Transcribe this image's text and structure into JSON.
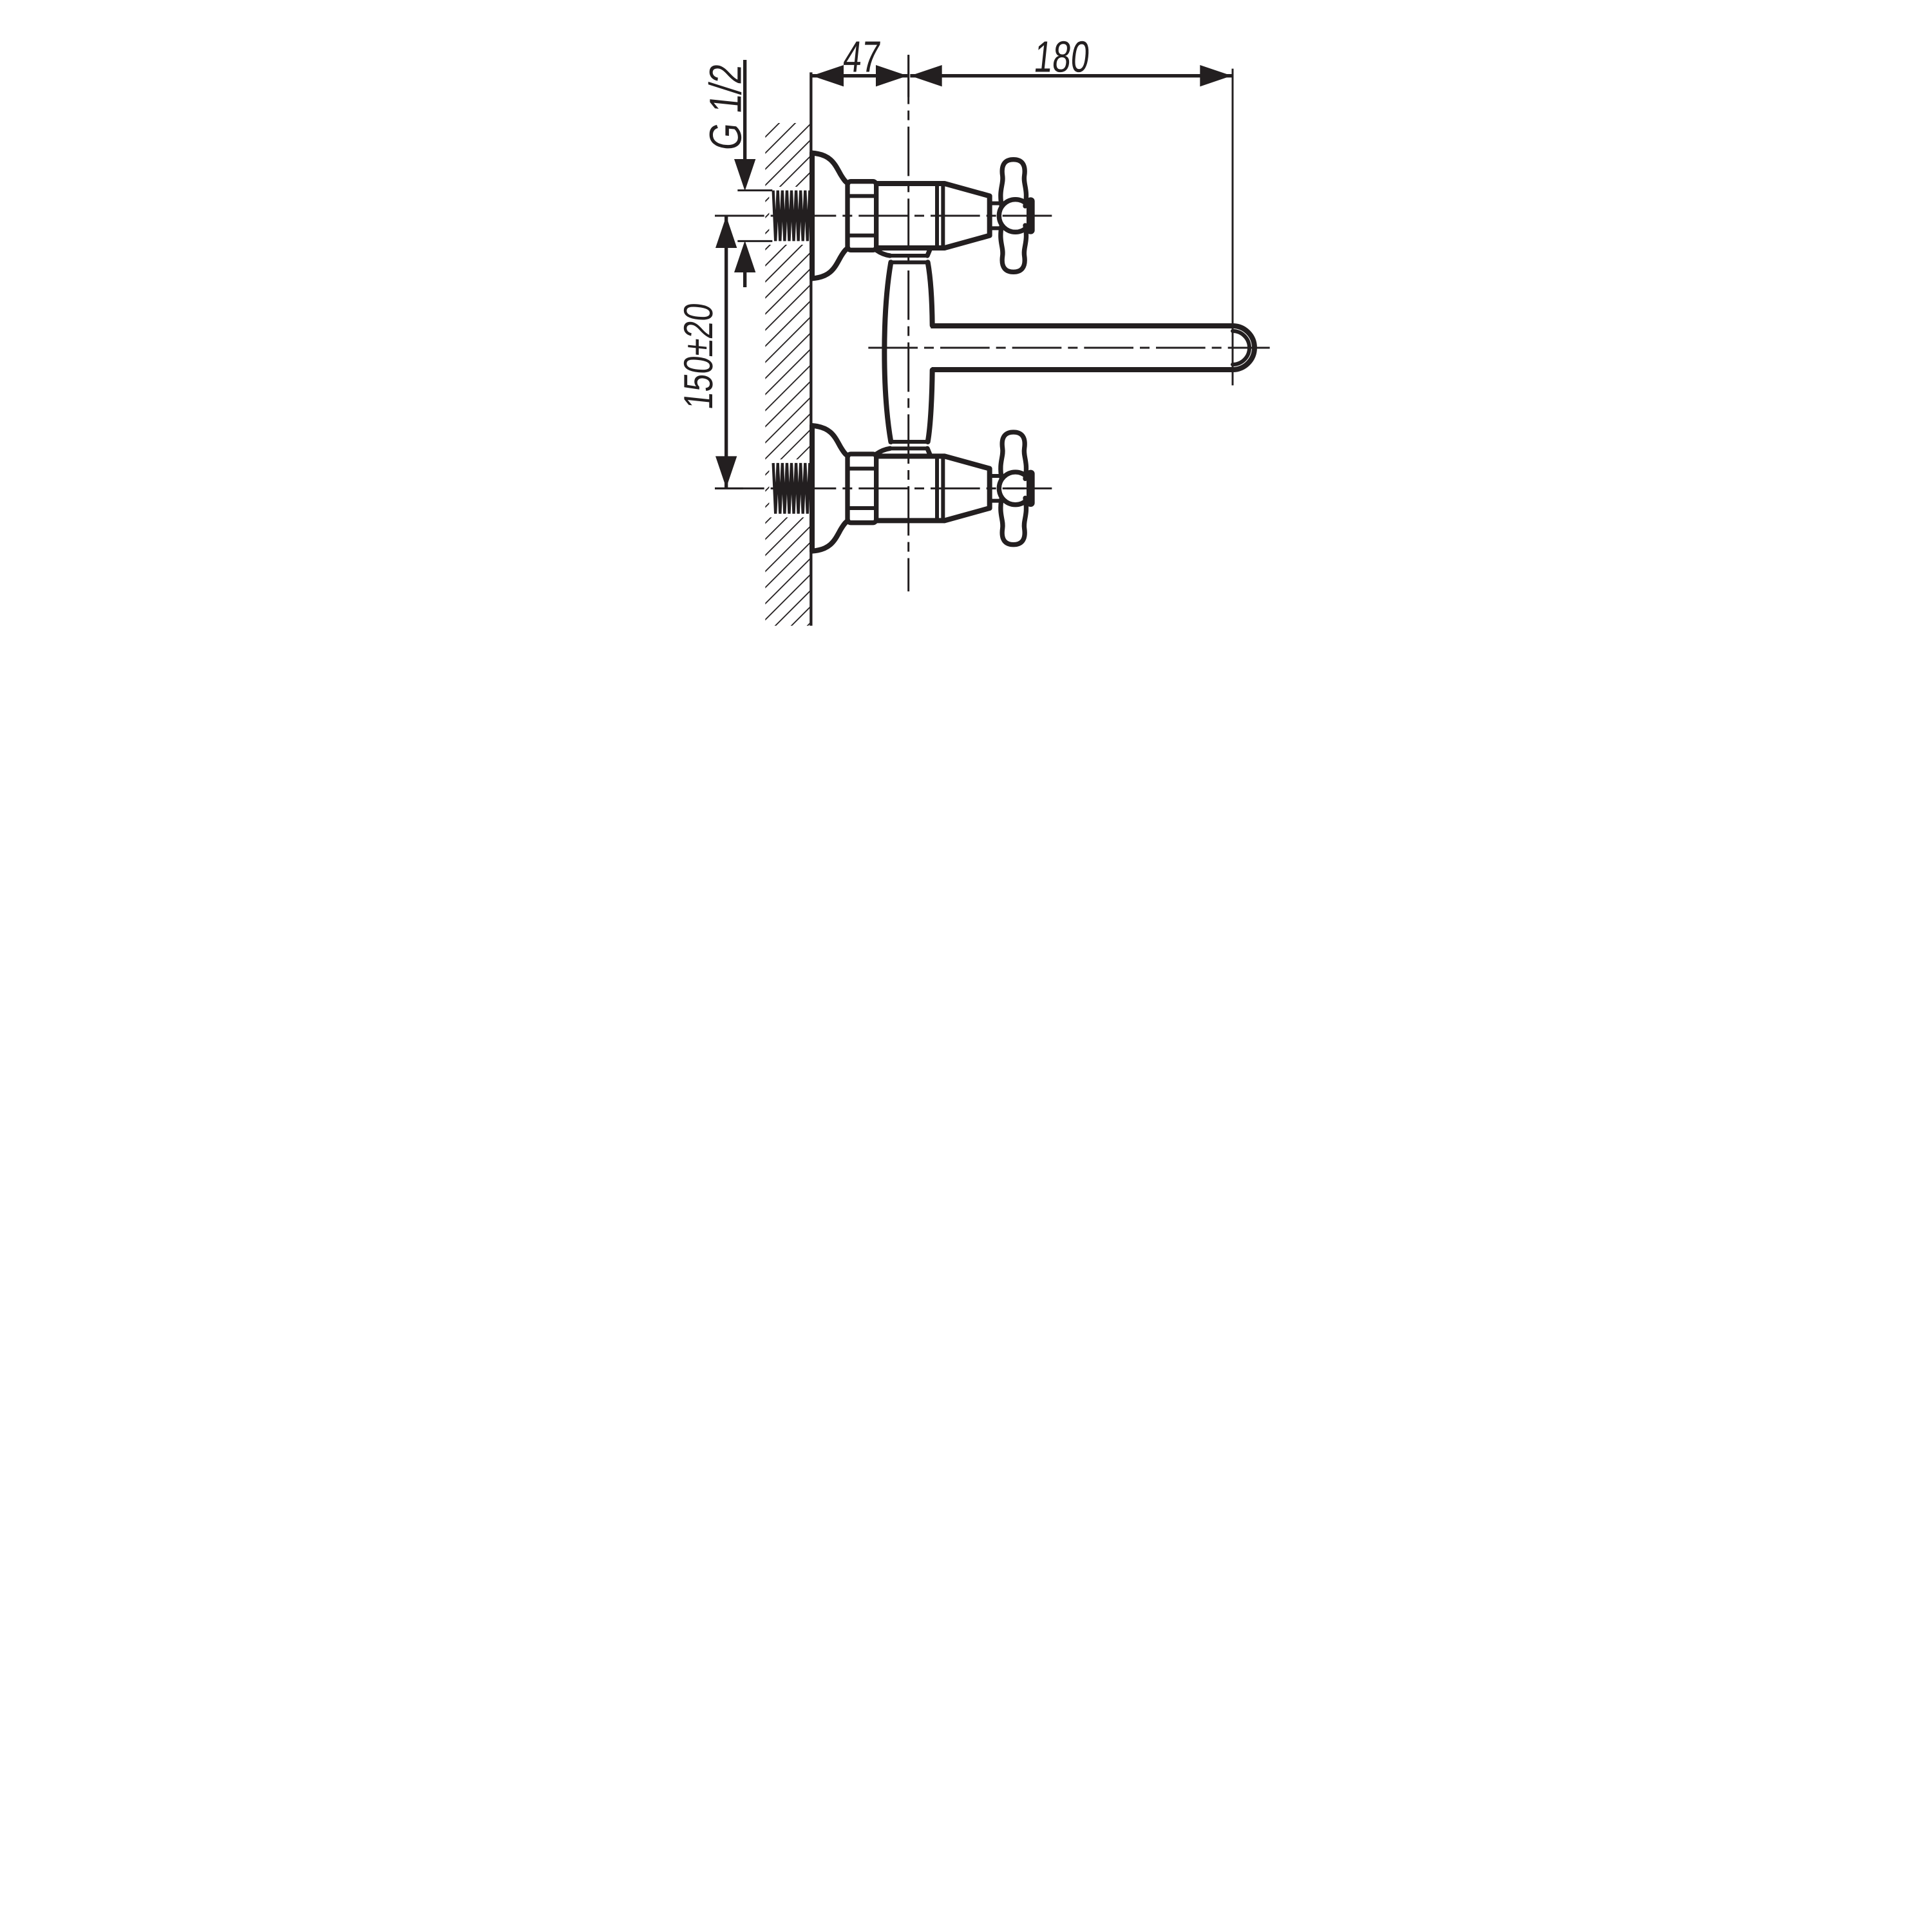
{
  "drawing": {
    "background_color": "#ffffff",
    "line_color": "#231f20",
    "labels": {
      "wall_to_center": "47",
      "spout_reach": "180",
      "thread_size": "G 1/2",
      "connection_spacing": "150±20"
    }
  }
}
